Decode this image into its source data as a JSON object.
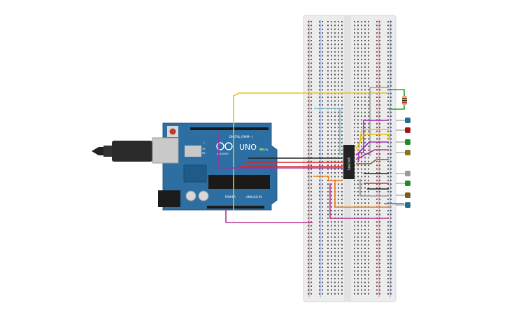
{
  "arduino": {
    "brand": "UNO",
    "logo_text": "ARDUINO",
    "digital_label": "DIGITAL (PWM~)",
    "power_label": "POWER",
    "analog_label": "ANALOG IN",
    "tx_label": "TX",
    "rx_label": "RX",
    "l_label": "L",
    "on_label": "ON"
  },
  "chip": {
    "part": "74HC595"
  },
  "colors": {
    "board": "#2e6fa3",
    "breadboard": "#ededed",
    "wire_yellow": "#e8c31c",
    "wire_red": "#d62828",
    "wire_purple": "#9b2fae",
    "wire_magenta": "#b8338f",
    "wire_black": "#222222",
    "wire_gray": "#9a9a9a",
    "wire_green": "#2aa12a",
    "wire_orange": "#e5801a",
    "wire_cyan": "#7ab8c9",
    "wire_brown": "#8a5a2b",
    "wire_blue": "#2f7fd6"
  },
  "leds": [
    {
      "color": "#1f6f8b"
    },
    {
      "color": "#a31515"
    },
    {
      "color": "#1e8a2e"
    },
    {
      "color": "#8a7414"
    },
    {
      "color": "#9a9a9a"
    },
    {
      "color": "#1e8a2e"
    },
    {
      "color": "#7a5a14"
    },
    {
      "color": "#1f6f8b"
    }
  ]
}
